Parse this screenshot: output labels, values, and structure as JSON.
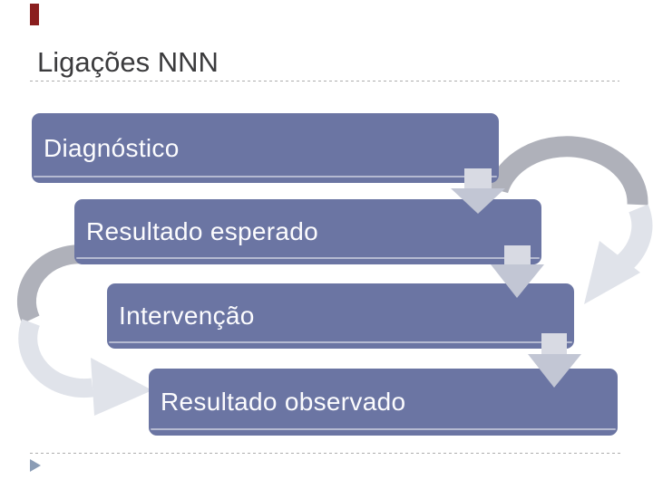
{
  "slide": {
    "title": "Ligações NNN",
    "background_color": "#FFFFFF",
    "title_color": "#3B3B3D",
    "divider_style": "dashed",
    "divider_color": "#ACACAC",
    "accent_bar_color": "#8A1E1E",
    "bullet_triangle_color": "#8A9CB5"
  },
  "diagram": {
    "type": "staircase-process",
    "steps": [
      {
        "label": "Diagnóstico"
      },
      {
        "label": "Resultado esperado"
      },
      {
        "label": "Intervenção"
      },
      {
        "label": "Resultado observado"
      }
    ],
    "box_color": "#6B75A3",
    "box_text_color": "#FCFCFE",
    "down_arrow_head_color": "#C2C6D4",
    "down_arrow_shaft_color": "#D8DAE3",
    "curved_arrow_dark_color": "#AFB1BA",
    "curved_arrow_light_color": "#E0E3EA"
  }
}
